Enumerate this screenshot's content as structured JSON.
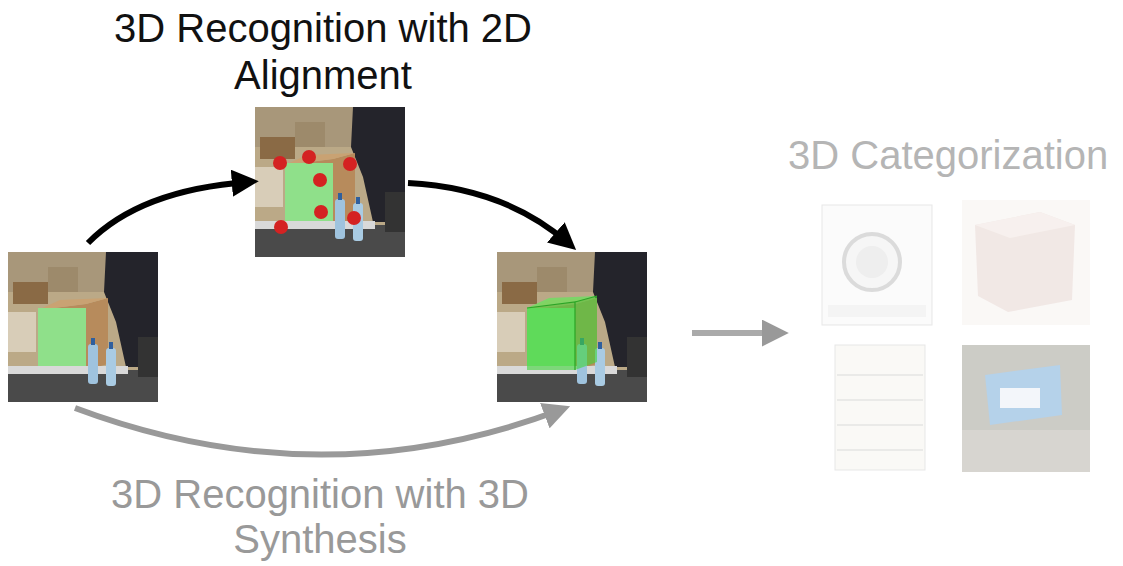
{
  "diagram": {
    "nodes": [
      {
        "text": [
          "3D Recognition with 2D Alignment"
        ]
      },
      {
        "text": [
          "3D Categorization"
        ]
      }
    ],
    "labels": [
      "3D Recognition with 3D Synthesis"
    ]
  }
}
